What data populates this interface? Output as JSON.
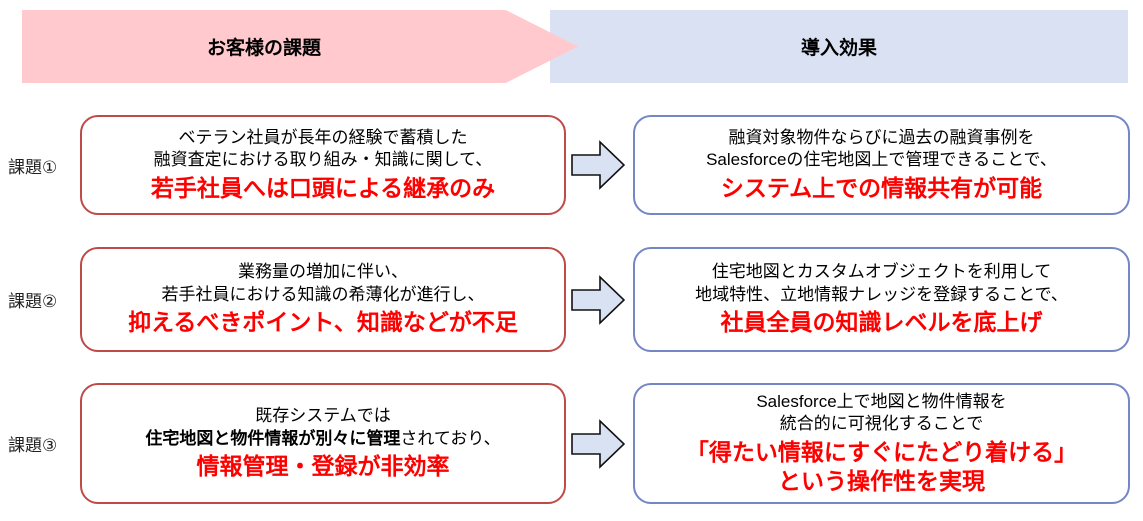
{
  "header": {
    "left_label": "お客様の課題",
    "right_label": "導入効果"
  },
  "colors": {
    "banner_pink": "#FFC9CE",
    "banner_blue": "#DAE1F3",
    "problem_border_red": "#BE4B48",
    "effect_border_blue": "#7487C5",
    "emphasis_text_red": "#FF0000",
    "arrow_fill": "#D9E2F3"
  },
  "rows": [
    {
      "label": "課題①",
      "problem": {
        "line1": "ベテラン社員が長年の経験で蓄積した",
        "line2_bold": "",
        "line2_rest": "融資査定における取り組み・知識に関して、",
        "emphasis": [
          "若手社員へは口頭による継承のみ"
        ]
      },
      "effect": {
        "line1": "融資対象物件ならびに過去の融資事例を",
        "line2": "Salesforceの住宅地図上で管理できることで、",
        "emphasis": [
          "システム上での情報共有が可能"
        ]
      }
    },
    {
      "label": "課題②",
      "problem": {
        "line1": "業務量の増加に伴い、",
        "line2_bold": "",
        "line2_rest": "若手社員における知識の希薄化が進行し、",
        "emphasis": [
          "抑えるべきポイント、知識などが不足"
        ]
      },
      "effect": {
        "line1": "住宅地図とカスタムオブジェクトを利用して",
        "line2": "地域特性、立地情報ナレッジを登録することで、",
        "emphasis": [
          "社員全員の知識レベルを底上げ"
        ]
      }
    },
    {
      "label": "課題③",
      "problem": {
        "line1": "既存システムでは",
        "line2_bold": "住宅地図と物件情報が別々に管理",
        "line2_rest": "されており、",
        "emphasis": [
          "情報管理・登録が非効率"
        ]
      },
      "effect": {
        "line1": "Salesforce上で地図と物件情報を",
        "line2": "統合的に可視化することで",
        "emphasis": [
          "「得たい情報にすぐにたどり着ける」",
          "という操作性を実現"
        ]
      }
    }
  ]
}
